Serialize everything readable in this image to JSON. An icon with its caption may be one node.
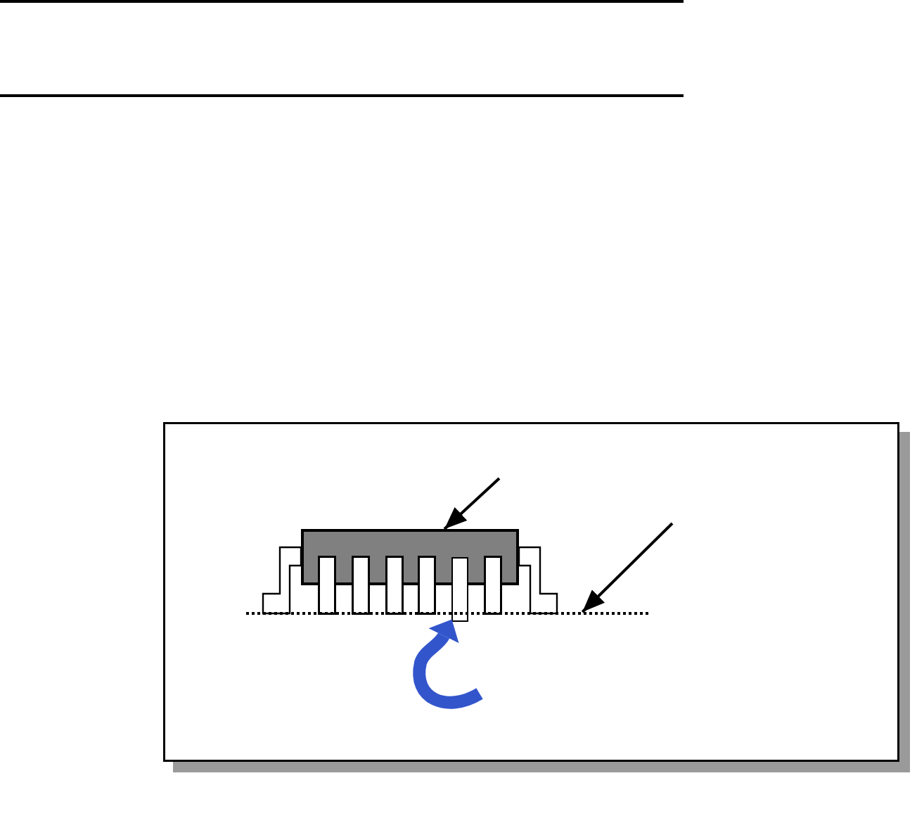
{
  "diagram": {
    "nodes": [
      {
        "text": [],
        "shape": "box"
      },
      {
        "text": [],
        "shape": "line"
      },
      {
        "text": [],
        "shape": "bar"
      }
    ],
    "edges": [
      {
        "from": null,
        "to": 0,
        "arrow": "to"
      },
      {
        "from": null,
        "to": 1,
        "arrow": "to"
      },
      {
        "from": null,
        "to": 2,
        "arrow": "to",
        "style": "thick",
        "color": "#3355cc"
      }
    ]
  }
}
